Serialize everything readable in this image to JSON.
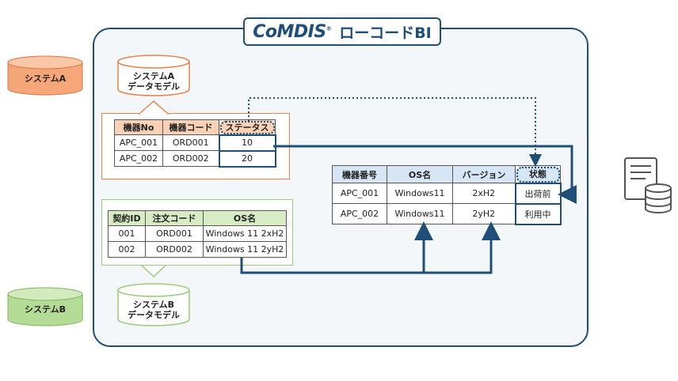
{
  "logo": {
    "brand": "CoMDIS",
    "tm": "®",
    "product": "ローコードBI"
  },
  "system_a": {
    "label": "システムA",
    "model_label": "システムA\nデータモデル",
    "color": "#f6a77a"
  },
  "system_b": {
    "label": "システムB",
    "model_label": "システムB\nデータモデル",
    "color": "#b5dc97"
  },
  "table_a": {
    "headers": [
      "機器No",
      "機器コード",
      "ステータス"
    ],
    "rows": [
      [
        "APC_001",
        "ORD001",
        "10"
      ],
      [
        "APC_002",
        "ORD002",
        "20"
      ]
    ]
  },
  "table_b": {
    "headers": [
      "契約ID",
      "注文コード",
      "OS名"
    ],
    "rows": [
      [
        "001",
        "ORD001",
        "Windows 11 2xH2"
      ],
      [
        "002",
        "ORD002",
        "Windows 11 2yH2"
      ]
    ]
  },
  "table_bi": {
    "headers": [
      "機器番号",
      "OS名",
      "バージョン",
      "状態"
    ],
    "rows": [
      [
        "APC_001",
        "Windows11",
        "2xH2",
        "出荷前"
      ],
      [
        "APC_002",
        "Windows11",
        "2yH2",
        "利用中"
      ]
    ]
  },
  "colors": {
    "frame": "#1f4e79",
    "accent": "#1f4e79"
  },
  "icons": {
    "server_db": "server-database-icon"
  }
}
